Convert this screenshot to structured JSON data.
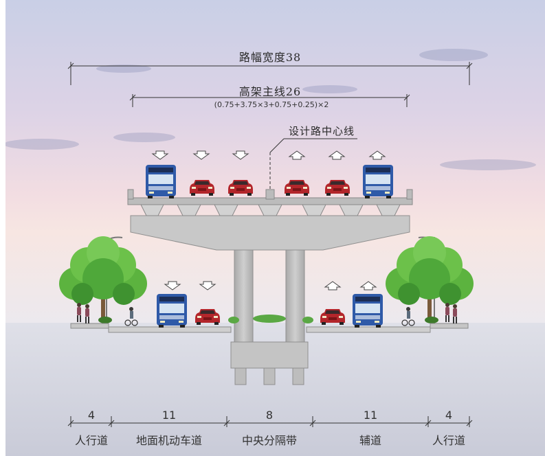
{
  "labels": {
    "total_width": "路幅宽度38",
    "elevated_main": "高架主线26",
    "elevated_formula": "(0.75+3.75×3+0.75+0.25)×2",
    "centerline": "设计路中心线"
  },
  "segments": [
    {
      "width": "4",
      "name": "人行道"
    },
    {
      "width": "11",
      "name": "地面机动车道"
    },
    {
      "width": "8",
      "name": "中央分隔带"
    },
    {
      "width": "11",
      "name": "辅道"
    },
    {
      "width": "4",
      "name": "人行道"
    }
  ],
  "colors": {
    "concrete": "#bdbdbd",
    "concrete_dark": "#9e9e9e",
    "bus_blue": "#2f5aa8",
    "car_red": "#b3262b",
    "tree_green": "#4caf3a"
  },
  "icons": [
    "arrow-down-icon",
    "arrow-up-icon",
    "bus-icon",
    "car-icon",
    "tree-icon",
    "pedestrian-icon",
    "cyclist-icon",
    "street-lamp-icon"
  ]
}
